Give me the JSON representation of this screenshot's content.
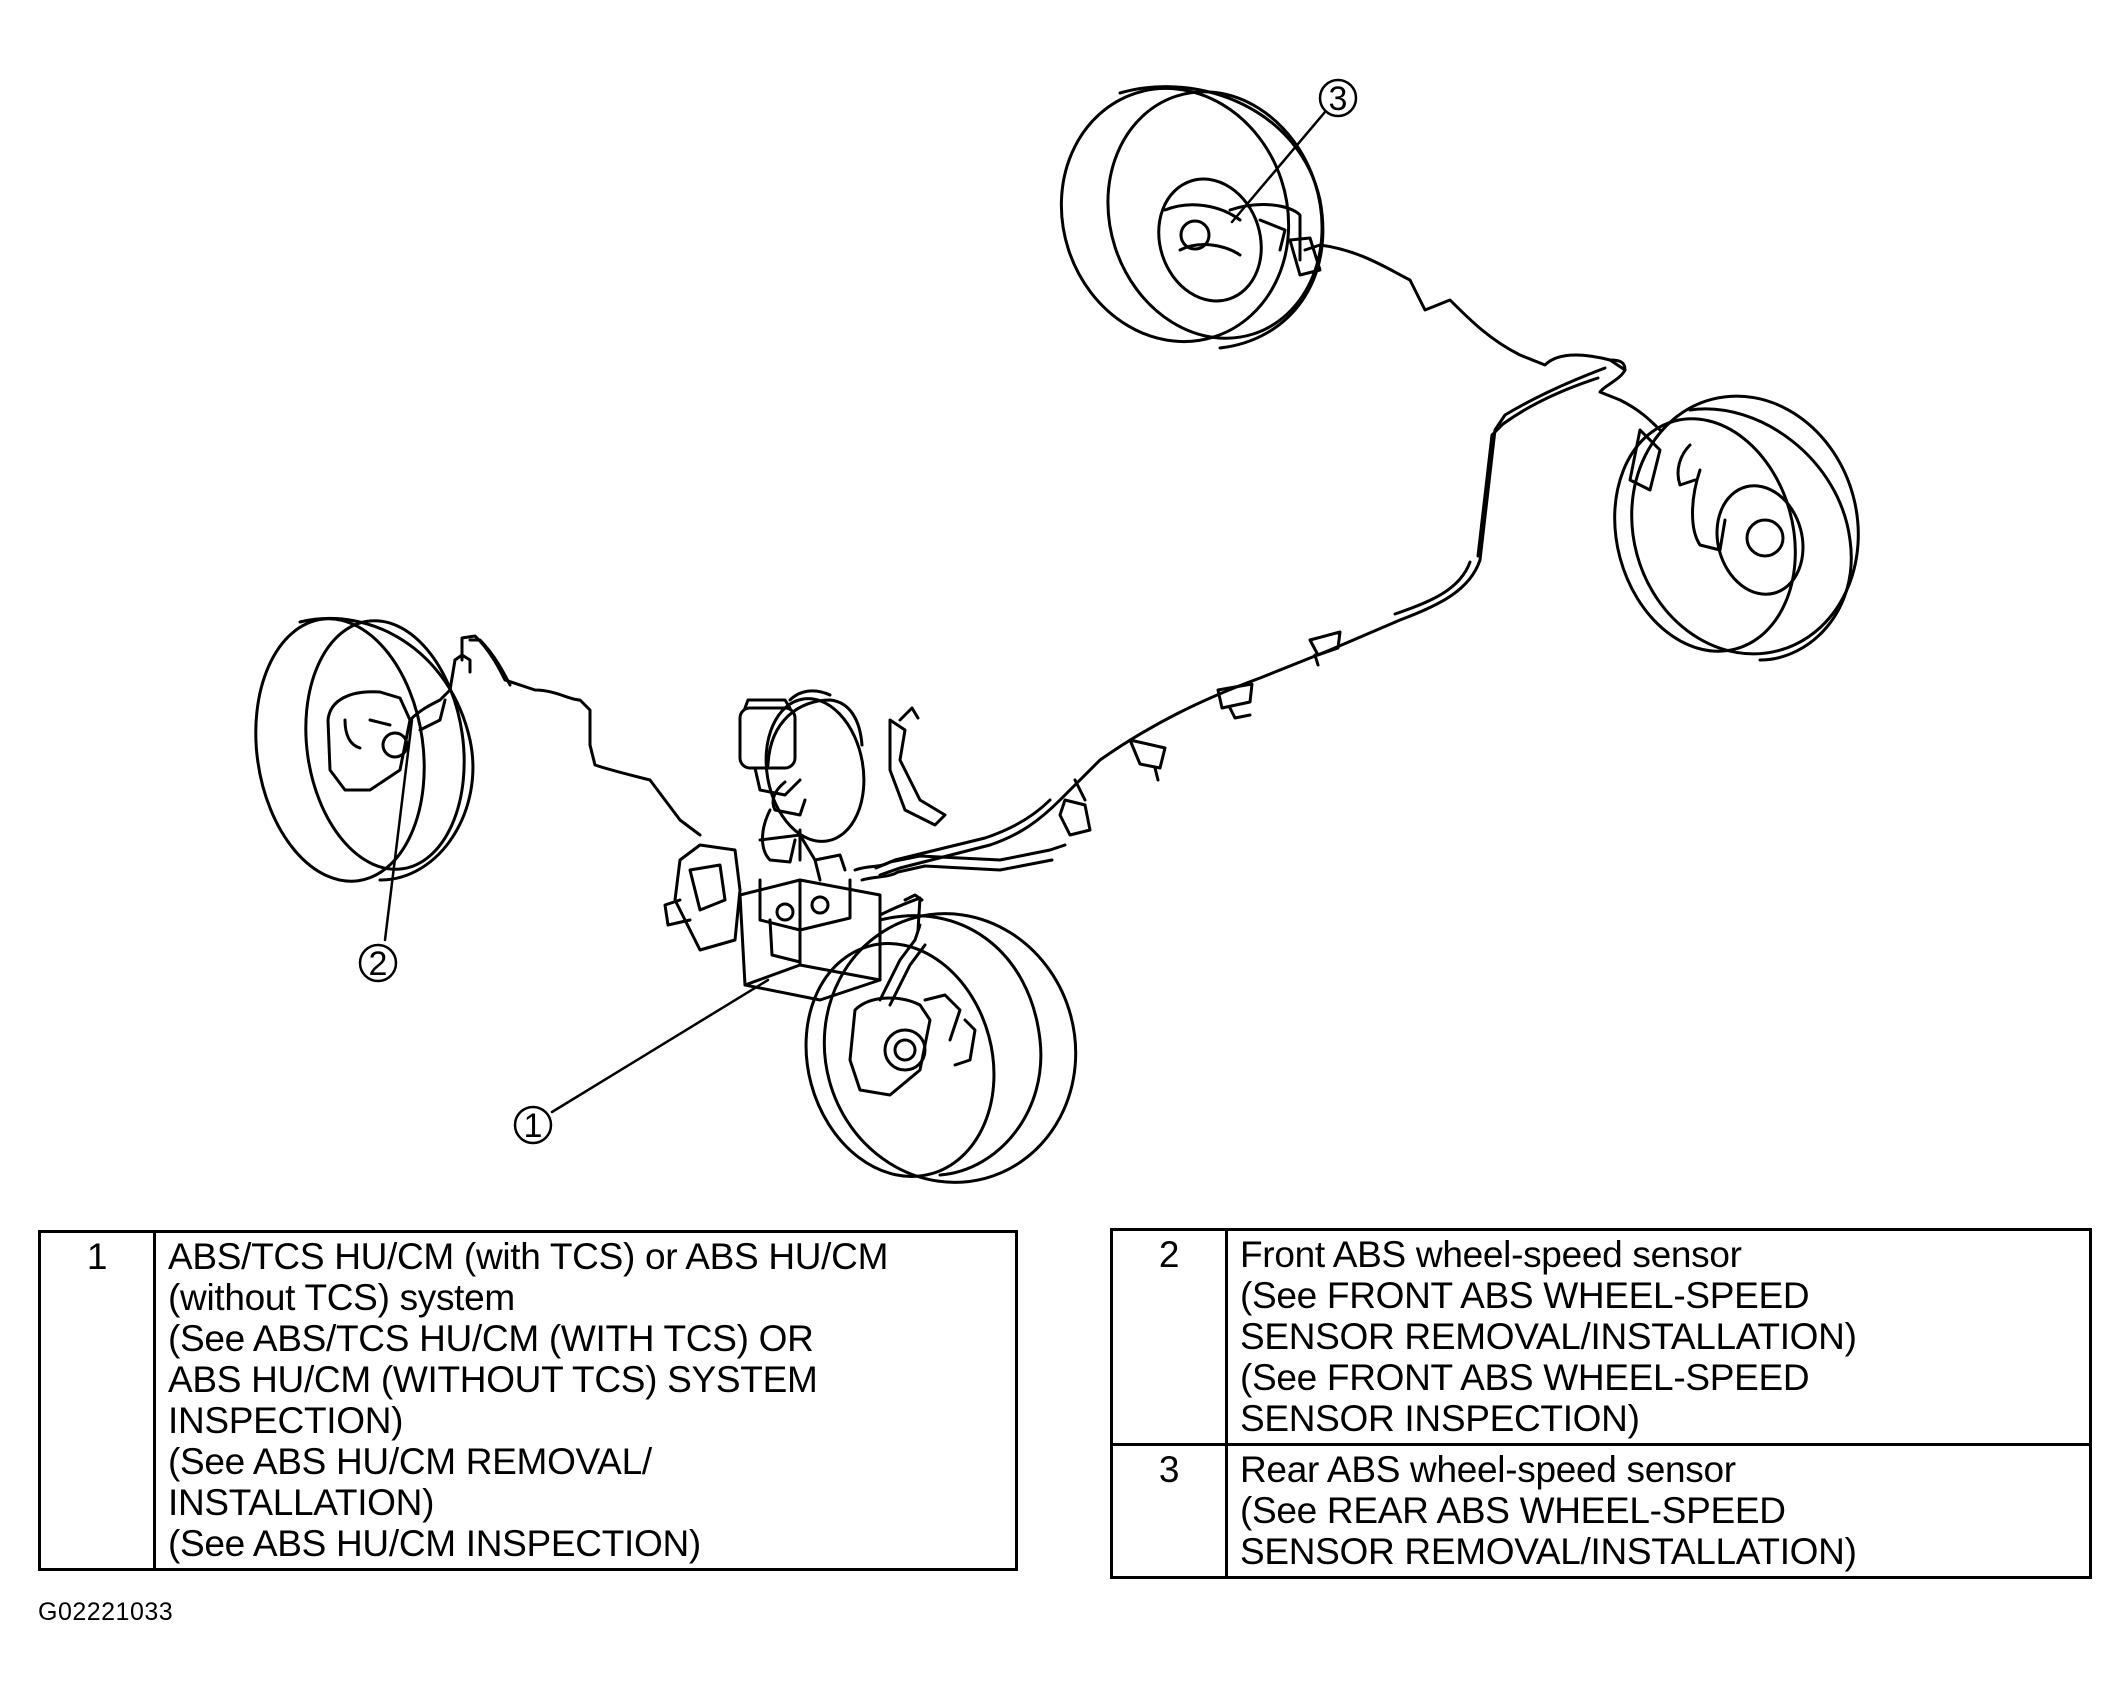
{
  "callouts": {
    "c1": "1",
    "c2": "2",
    "c3": "3"
  },
  "legend": {
    "item1": {
      "number": "1",
      "lines": [
        "ABS/TCS HU/CM (with TCS) or ABS HU/CM",
        "(without TCS) system",
        "(See  ABS/TCS HU/CM (WITH TCS) OR",
        "ABS HU/CM (WITHOUT TCS) SYSTEM",
        "INSPECTION)",
        "(See  ABS HU/CM REMOVAL/",
        "INSTALLATION)",
        "(See  ABS HU/CM INSPECTION)"
      ]
    },
    "item2": {
      "number": "2",
      "lines": [
        "Front ABS wheel-speed sensor",
        "(See  FRONT ABS WHEEL-SPEED",
        "SENSOR REMOVAL/INSTALLATION)",
        "(See  FRONT ABS WHEEL-SPEED",
        "SENSOR INSPECTION)"
      ]
    },
    "item3": {
      "number": "3",
      "lines": [
        "Rear ABS wheel-speed sensor",
        "(See REAR ABS WHEEL-SPEED",
        "SENSOR REMOVAL/INSTALLATION)"
      ]
    }
  },
  "figure_code": "G02221033"
}
